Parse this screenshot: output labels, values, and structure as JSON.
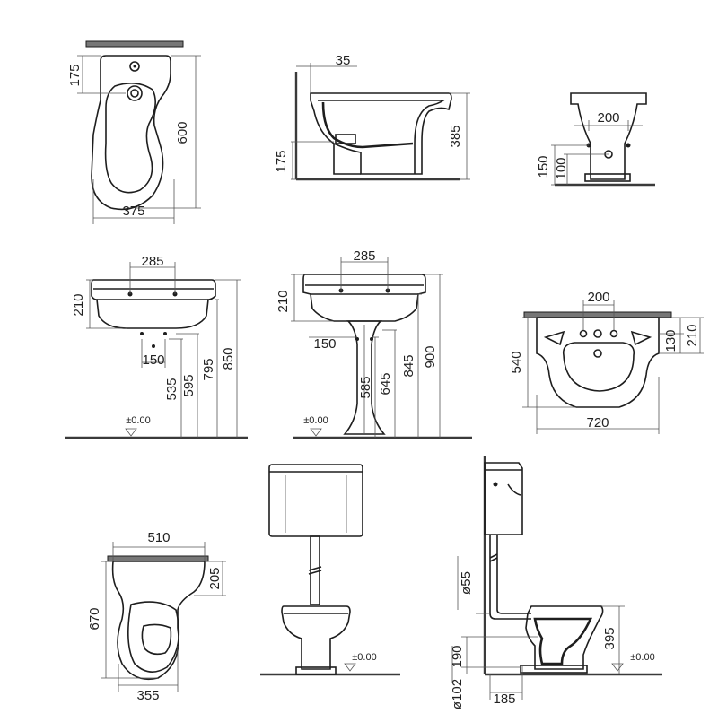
{
  "dimensions": {
    "bidet_top": {
      "d175": "175",
      "d600": "600",
      "d375": "375"
    },
    "bidet_side": {
      "d35": "35",
      "d175": "175",
      "d385": "385"
    },
    "bidet_back": {
      "d200": "200",
      "d150": "150",
      "d100": "100"
    },
    "wall_basin": {
      "d285": "285",
      "d210": "210",
      "d150": "150",
      "d535": "535",
      "d595": "595",
      "d795": "795",
      "d850": "850",
      "floor": "±0.00"
    },
    "pedestal_basin": {
      "d285": "285",
      "d210": "210",
      "d150": "150",
      "d585": "585",
      "d645": "645",
      "d845": "845",
      "d900": "900",
      "floor": "±0.00"
    },
    "basin_top": {
      "d200": "200",
      "d540": "540",
      "d130": "130",
      "d210": "210",
      "d720": "720"
    },
    "wc_top": {
      "d510": "510",
      "d670": "670",
      "d205": "205",
      "d355": "355"
    },
    "wc_front": {
      "floor": "±0.00"
    },
    "wc_side": {
      "d55": "ø55",
      "d395": "395",
      "d190": "190",
      "d102": "ø102",
      "d185": "185",
      "floor": "±0.00"
    }
  }
}
